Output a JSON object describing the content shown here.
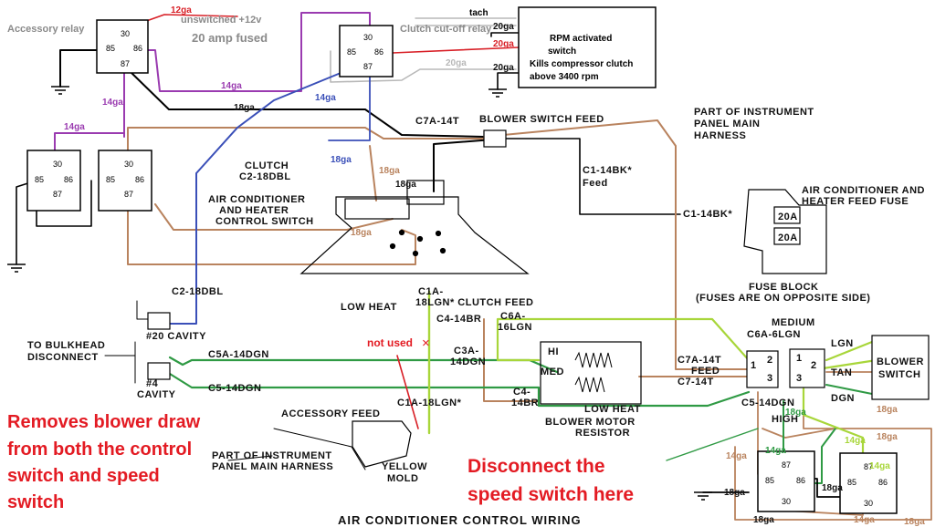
{
  "colors": {
    "black": "#000000",
    "purple": "#9a3bb0",
    "tan": "#b9835e",
    "blue": "#3a4fb8",
    "red": "#d81f26",
    "grey": "#b8b8b8",
    "green": "#2f9a44",
    "light_green": "#a8d63a",
    "annotation_red": "#e31b23"
  },
  "relays": {
    "accessory": {
      "label": "Accessory relay",
      "p30": "30",
      "p85": "85",
      "p86": "86",
      "p87": "87"
    },
    "clutch": {
      "label": "Clutch cut-off relay",
      "p30": "30",
      "p85": "85",
      "p86": "86",
      "p87": "87"
    },
    "left_a": {
      "p30": "30",
      "p85": "85",
      "p86": "86",
      "p87": "87"
    },
    "left_b": {
      "p30": "30",
      "p85": "85",
      "p86": "86",
      "p87": "87"
    },
    "bottom_a": {
      "p30": "30",
      "p85": "85",
      "p86": "86",
      "p87": "87"
    },
    "bottom_b": {
      "p30": "30",
      "p85": "85",
      "p86": "86",
      "p87": "87"
    }
  },
  "top_labels": {
    "unswitched": "unswitched +12v",
    "fused": "20 amp fused",
    "tach": "tach"
  },
  "rpm_box": {
    "title": "RPM activated",
    "line2": "switch",
    "line3": "Kills compressor clutch",
    "line4": "above 3400 rpm"
  },
  "gauges": {
    "g12": "12ga",
    "g20a": "20ga",
    "g20b": "20ga",
    "g20c": "20ga",
    "g20d": "20ga",
    "g14a": "14ga",
    "g14b": "14ga",
    "g14c": "14ga",
    "g14d": "14ga",
    "g18a": "18ga",
    "g18b": "18ga",
    "g18c": "18ga",
    "g18d": "18ga",
    "g18e": "18ga",
    "g18f": "18ga",
    "g18g": "18ga",
    "g18h": "18ga",
    "g18i": "18ga",
    "g18j": "18ga",
    "g18k": "18ga",
    "g18l": "18ga",
    "g14e": "14ga",
    "g14f": "14ga",
    "g14g": "14ga",
    "g14h": "14ga",
    "g14i": "14ga"
  },
  "manual": {
    "c7a": "C7A-14T",
    "blower_feed": "BLOWER SWITCH FEED",
    "panel1": "PART OF INSTRUMENT",
    "panel2": "PANEL MAIN",
    "panel3": "HARNESS",
    "c1_feed": "C1-14BK*",
    "feed": "Feed",
    "ac_fuse1": "AIR CONDITIONER AND",
    "ac_fuse2": "HEATER FEED FUSE",
    "c1_14bk": "C1-14BK*",
    "fuse20": "20A",
    "fuse20b": "20A",
    "fuse_block": "FUSE BLOCK",
    "fuse_note": "(FUSES ARE ON OPPOSITE SIDE)",
    "clutch": "CLUTCH",
    "c2": "C2-18DBL",
    "ac_switch1": "AIR CONDITIONER",
    "ac_switch2": "AND HEATER",
    "ac_switch3": "CONTROL SWITCH",
    "c2b": "C2-18DBL",
    "cavity20": "#20 CAVITY",
    "bulkhead1": "TO BULKHEAD",
    "bulkhead2": "DISCONNECT",
    "cavity4a": "#4",
    "cavity4b": "CAVITY",
    "low_heat": "LOW HEAT",
    "c1a": "C1A-",
    "c1a_clutch": "18LGN* CLUTCH FEED",
    "c4_14br": "C4-14BR",
    "c6a": "C6A-",
    "c6a_b": "16LGN",
    "c5a": "C5A-14DGN",
    "c3a": "C3A-",
    "c3a_b": "14DGN",
    "c5": "C5-14DGN",
    "hi": "HI",
    "med": "MED",
    "c4b": "C4-",
    "c4b2": "14BR",
    "low_heat2": "LOW HEAT",
    "resistor1": "BLOWER MOTOR",
    "resistor2": "RESISTOR",
    "c1a_bot": "C1A-18LGN*",
    "accessory_feed": "ACCESSORY FEED",
    "panel_harness1": "PART OF INSTRUMENT",
    "panel_harness2": "PANEL MAIN HARNESS",
    "yellow1": "YELLOW",
    "yellow2": "MOLD",
    "c7a_feed1": "C7A-14T",
    "c7a_feed2": "FEED",
    "c7_14t": "C7-14T",
    "medium": "MEDIUM",
    "c6a_6lgn": "C6A-6LGN",
    "lgn": "LGN",
    "tan": "TAN",
    "dgn": "DGN",
    "c5_14dgn": "C5-14DGN",
    "high": "HIGH",
    "blower_switch1": "BLOWER",
    "blower_switch2": "SWITCH",
    "title": "AIR CONDITIONER CONTROL WIRING",
    "conn1": "1",
    "conn2": "2",
    "conn3": "3",
    "conn4": "1",
    "conn5": "2",
    "conn6": "3"
  },
  "annotations": {
    "not_used": "not used",
    "removes1": "Removes blower draw",
    "removes2": "from both the control",
    "removes3": "switch and speed",
    "removes4": "switch",
    "disconnect1": "Disconnect the",
    "disconnect2": "speed switch here"
  }
}
